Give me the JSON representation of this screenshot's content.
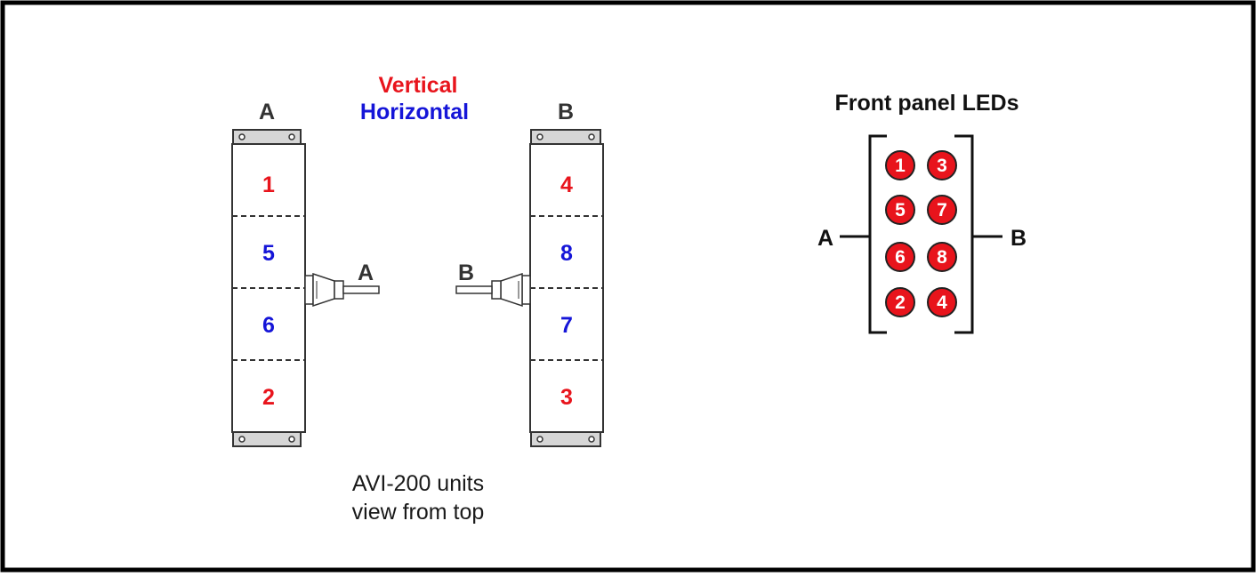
{
  "legend": {
    "vertical": "Vertical",
    "horizontal": "Horizontal",
    "vertical_color": "#e8141c",
    "horizontal_color": "#1515d8"
  },
  "caption": {
    "line1": "AVI-200 units",
    "line2": "view from top"
  },
  "unit_a": {
    "label": "A",
    "connector_label": "A",
    "cells": [
      {
        "num": "1",
        "color": "#e8141c"
      },
      {
        "num": "5",
        "color": "#1515d8"
      },
      {
        "num": "6",
        "color": "#1515d8"
      },
      {
        "num": "2",
        "color": "#e8141c"
      }
    ]
  },
  "unit_b": {
    "label": "B",
    "connector_label": "B",
    "cells": [
      {
        "num": "4",
        "color": "#e8141c"
      },
      {
        "num": "8",
        "color": "#1515d8"
      },
      {
        "num": "7",
        "color": "#1515d8"
      },
      {
        "num": "3",
        "color": "#e8141c"
      }
    ]
  },
  "front_panel": {
    "title": "Front panel LEDs",
    "label_a": "A",
    "label_b": "B",
    "led_color": "#e8141c",
    "leds": [
      {
        "left": "1",
        "right": "3"
      },
      {
        "left": "5",
        "right": "7"
      },
      {
        "left": "6",
        "right": "8"
      },
      {
        "left": "2",
        "right": "4"
      }
    ]
  }
}
